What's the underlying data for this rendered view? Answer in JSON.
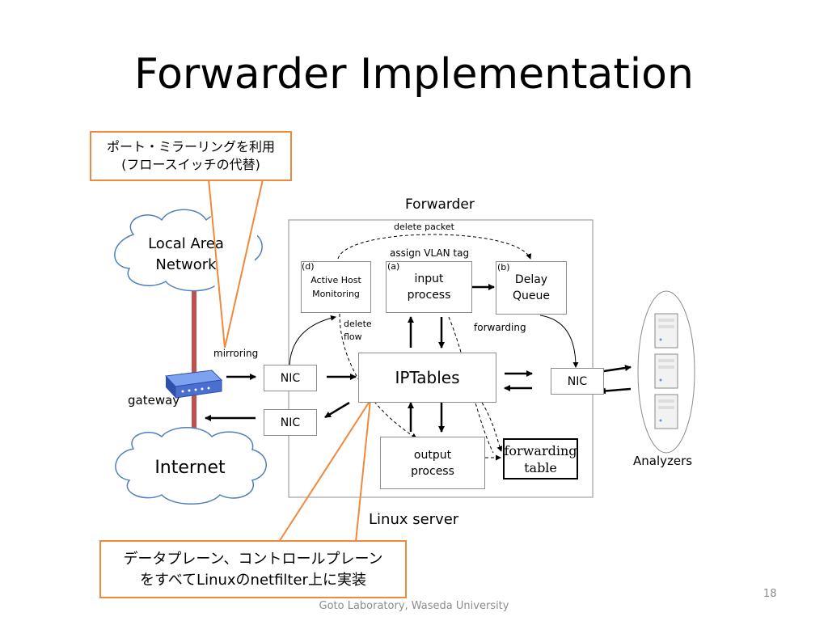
{
  "slide": {
    "title": "Forwarder Implementation",
    "footer": "Goto Laboratory, Waseda University",
    "page_number": "18"
  },
  "callouts": {
    "top_line1": "ポート・ミラーリングを利用",
    "top_line2": "(フロースイッチの代替)",
    "bottom_line1": "データプレーン、コントロールプレーン",
    "bottom_line2": "をすべてLinuxのnetfilter上に実装"
  },
  "network": {
    "lan_line1": "Local Area",
    "lan_line2": "Network",
    "internet": "Internet",
    "gateway": "gateway",
    "mirroring": "mirroring",
    "analyzers": "Analyzers"
  },
  "forwarder": {
    "title": "Forwarder",
    "server_label": "Linux server",
    "delete_packet": "delete packet",
    "assign_vlan_tag": "assign VLAN tag",
    "delete_flow_line1": "delete",
    "delete_flow_line2": "flow",
    "forwarding": "forwarding",
    "tag_a": "(a)",
    "tag_b": "(b)",
    "tag_d": "(d)",
    "input_process_line1": "input",
    "input_process_line2": "process",
    "delay_queue_line1": "Delay",
    "delay_queue_line2": "Queue",
    "active_host_line1": "Active Host",
    "active_host_line2": "Monitoring",
    "iptables": "IPTables",
    "output_process_line1": "output",
    "output_process_line2": "process",
    "forwarding_table_line1": "forwarding",
    "forwarding_table_line2": "table",
    "nic_in": "NIC",
    "nic_out": "NIC",
    "nic_analyzers": "NIC"
  },
  "colors": {
    "callout_border": "#f0893b",
    "cable": "#c0504d",
    "router": "#4a6fd0"
  }
}
